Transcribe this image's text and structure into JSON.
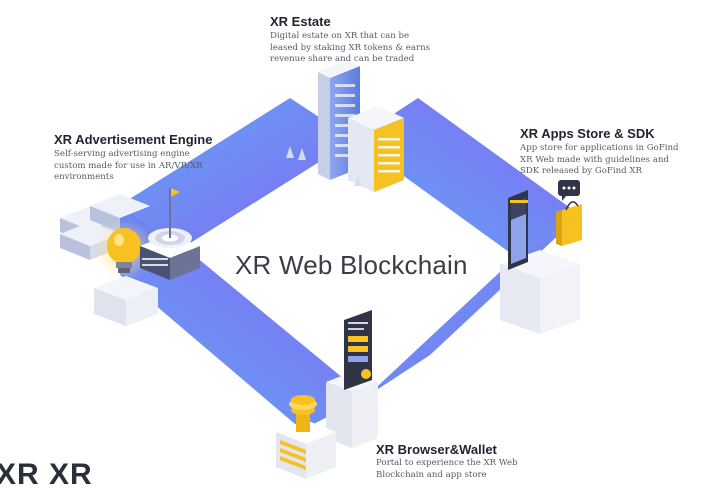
{
  "diagram": {
    "center_title": "XR Web Blockchain",
    "corner_text": "XR XR",
    "nodes": {
      "estate": {
        "title": "XR Estate",
        "lines": [
          "Digital estate on XR that can be",
          "leased by staking XR tokens & earns",
          "revenue share and can be traded"
        ]
      },
      "advertisement": {
        "title": "XR Advertisement Engine",
        "lines": [
          "Self-serving advertising engine",
          "custom made for use in AR/VR/XR",
          "environments"
        ]
      },
      "apps_store": {
        "title": "XR Apps Store & SDK",
        "lines": [
          "App store for applications in GoFind",
          "XR Web made with guidelines and",
          "SDK released by GoFind XR"
        ]
      },
      "browser_wallet": {
        "title": "XR Browser&Wallet",
        "lines": [
          "Portal to experience the XR Web",
          "Blockchain and app store"
        ]
      }
    },
    "colors": {
      "ring_start": "#5aa2f5",
      "ring_end": "#7b61f0",
      "accent_yellow": "#f7c221",
      "building_blue": "#6d8ce8"
    },
    "icons": [
      "building-icon",
      "lightbulb-icon",
      "target-flag-icon",
      "server-stack-icon",
      "smartphone-icon",
      "shopping-bag-icon",
      "chat-bubble-icon",
      "document-panel-icon",
      "coin-stack-icon"
    ]
  }
}
